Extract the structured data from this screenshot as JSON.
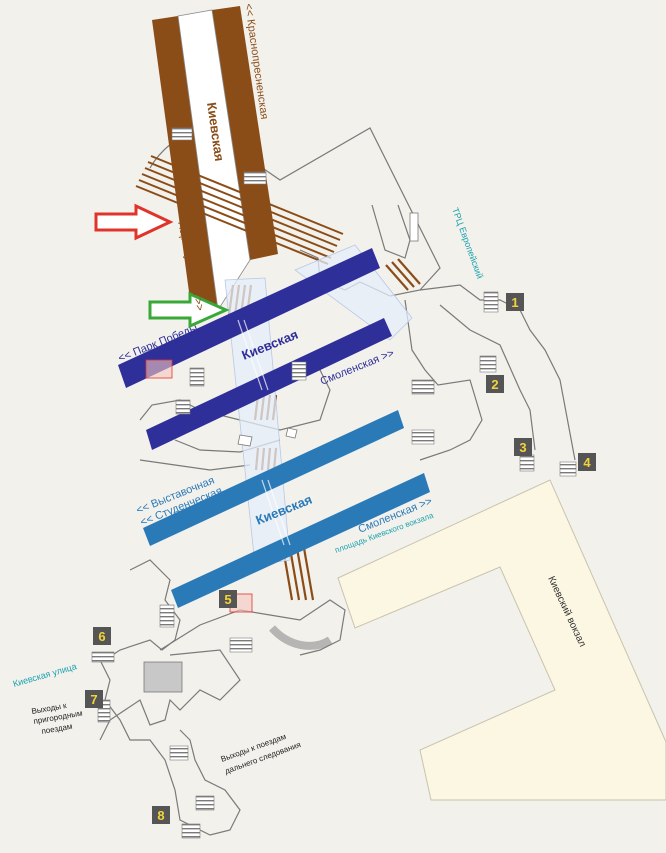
{
  "colors": {
    "background": "#f3f1ec",
    "brown_line": "#8b4d18",
    "dark_blue_line": "#2f2f9a",
    "light_blue_line": "#2a7ab8",
    "annotation_red": "#e0342a",
    "annotation_green": "#38a838",
    "exit_badge": "#555555",
    "exit_number": "#f2d43a",
    "station_outline": "#7a7a7a",
    "vokzal_fill": "#fbf7e3",
    "teal_text": "#1aa2ad"
  },
  "stations": {
    "brown": "Киевская",
    "dark_blue": "Киевская",
    "light_blue": "Киевская"
  },
  "directions": {
    "krasnopresnenskaya": "<< Краснопресненская",
    "park_kultury": "Парк Культуры >>",
    "park_pobedy": "<< Парк Победы",
    "smolenskaya_dark": "Смоленская >>",
    "vystavochnaya": "<< Выставочная",
    "studencheskaya": "<< Студенческая",
    "smolenskaya_light": "Смоленская >>"
  },
  "places": {
    "trc": "ТРЦ Европейский",
    "ploshchad": "площадь Киевского вокзала",
    "kievskaya_street": "Киевская улица",
    "kievsky_vokzal": "Киевский вокзал"
  },
  "exits": {
    "e1": "1",
    "e2": "2",
    "e3": "3",
    "e4": "4",
    "e5": "5",
    "e6": "6",
    "e7": "7",
    "e8": "8"
  },
  "exit_notes": {
    "suburban_1": "Выходы к",
    "suburban_2": "пригородным",
    "suburban_3": "поездам",
    "longdistance_1": "Выходы к поездам",
    "longdistance_2": "дальнего следования"
  },
  "icons": [
    "red-arrow-icon",
    "green-arrow-icon",
    "escalator-icon",
    "stairs-icon"
  ]
}
